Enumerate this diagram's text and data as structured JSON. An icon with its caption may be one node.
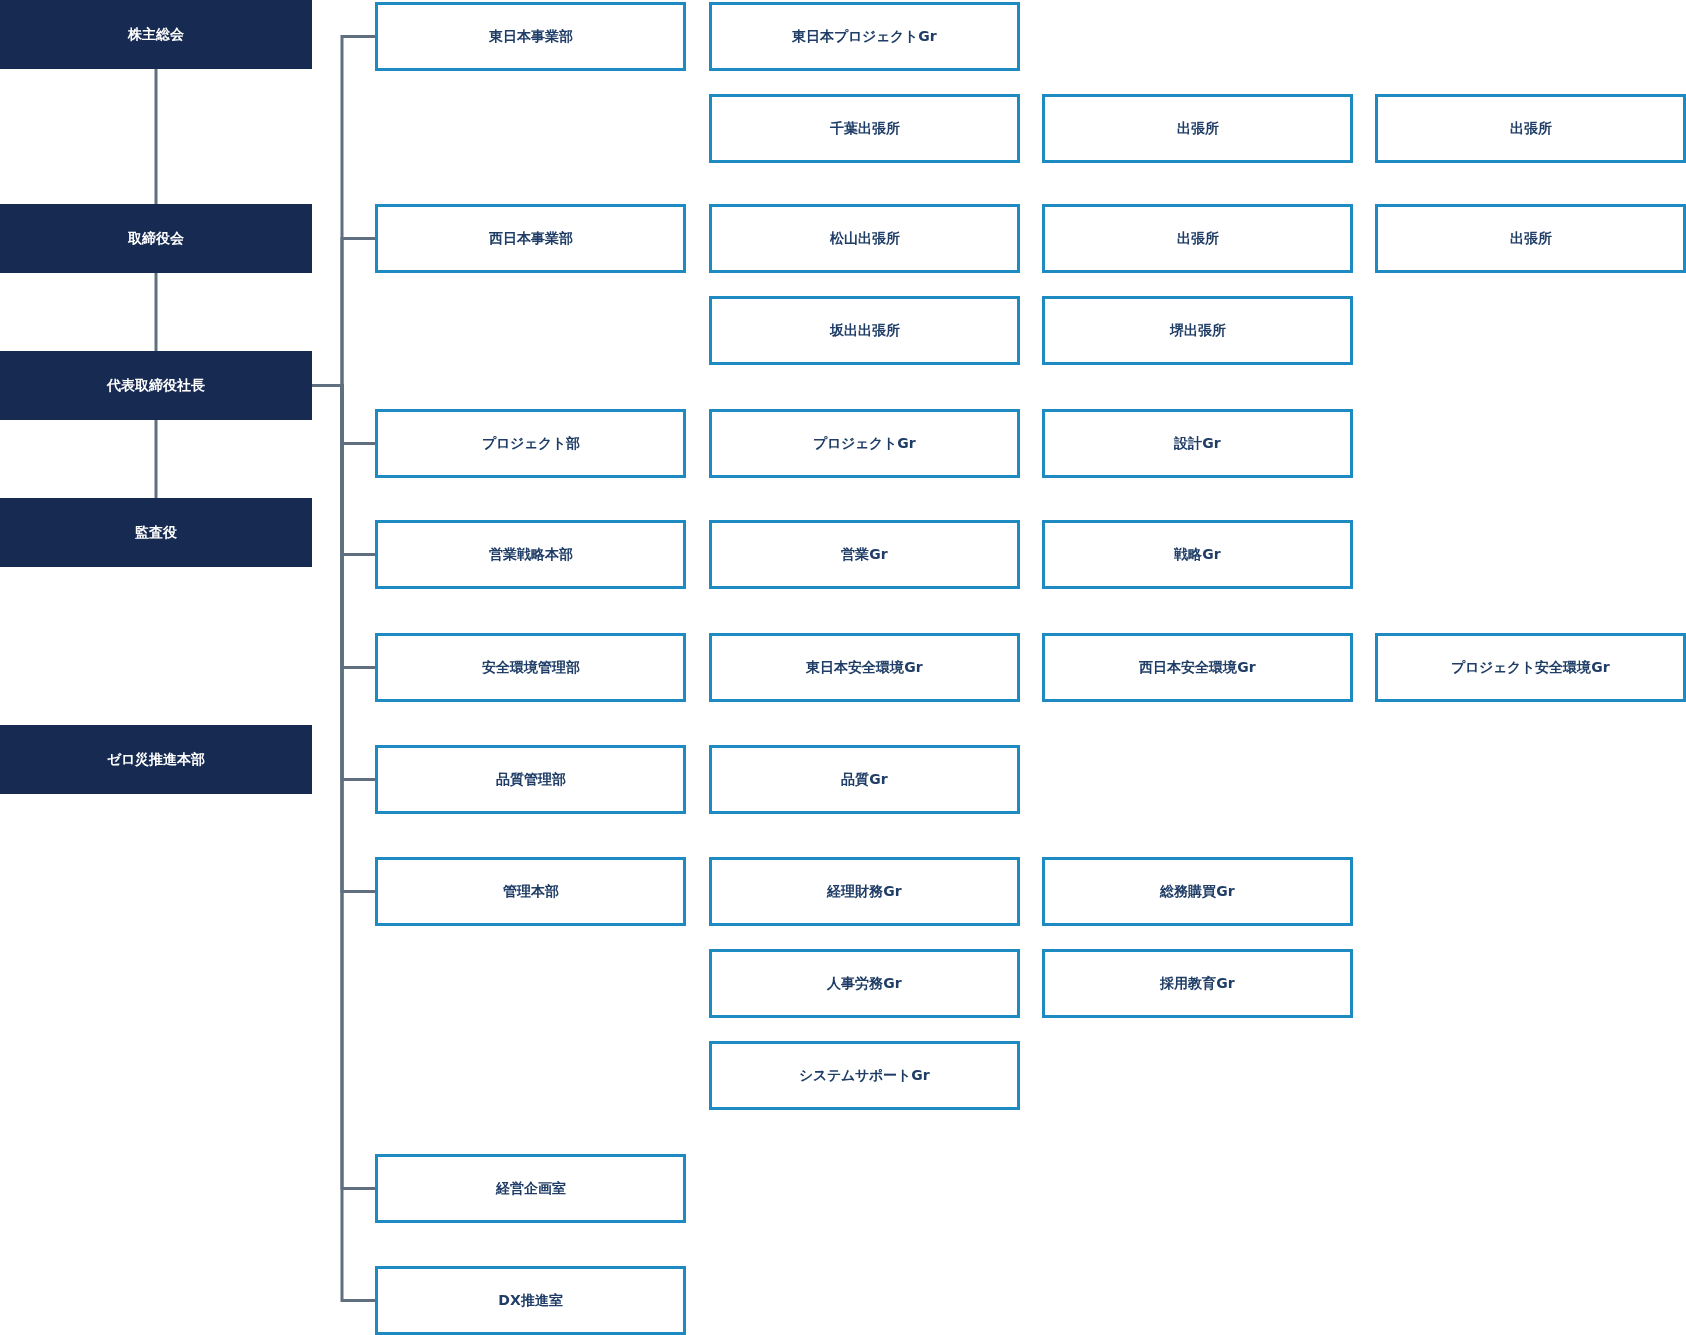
{
  "diagram": {
    "nodes": [
      {
        "text": [
          "株主総会"
        ]
      },
      {
        "text": [
          "取締役会"
        ]
      },
      {
        "text": [
          "代表取締役社長"
        ]
      },
      {
        "text": [
          "監査役"
        ]
      },
      {
        "text": [
          "ゼロ災推進本部"
        ]
      },
      {
        "text": [
          "東日本事業部"
        ]
      },
      {
        "text": [
          "東日本プロジェクトGr"
        ]
      },
      {
        "text": [
          "千葉出張所"
        ]
      },
      {
        "text": [
          "出張所"
        ]
      },
      {
        "text": [
          "出張所"
        ]
      },
      {
        "text": [
          "西日本事業部"
        ]
      },
      {
        "text": [
          "松山出張所"
        ]
      },
      {
        "text": [
          "出張所"
        ]
      },
      {
        "text": [
          "出張所"
        ]
      },
      {
        "text": [
          "坂出出張所"
        ]
      },
      {
        "text": [
          "堺出張所"
        ]
      },
      {
        "text": [
          "プロジェクト部"
        ]
      },
      {
        "text": [
          "プロジェクトGr"
        ]
      },
      {
        "text": [
          "設計Gr"
        ]
      },
      {
        "text": [
          "営業戦略本部"
        ]
      },
      {
        "text": [
          "営業Gr"
        ]
      },
      {
        "text": [
          "戦略Gr"
        ]
      },
      {
        "text": [
          "安全環境管理部"
        ]
      },
      {
        "text": [
          "東日本安全環境Gr"
        ]
      },
      {
        "text": [
          "西日本安全環境Gr"
        ]
      },
      {
        "text": [
          "プロジェクト安全環境Gr"
        ]
      },
      {
        "text": [
          "品質管理部"
        ]
      },
      {
        "text": [
          "品質Gr"
        ]
      },
      {
        "text": [
          "管理本部"
        ]
      },
      {
        "text": [
          "経理財務Gr"
        ]
      },
      {
        "text": [
          "総務購買Gr"
        ]
      },
      {
        "text": [
          "人事労務Gr"
        ]
      },
      {
        "text": [
          "採用教育Gr"
        ]
      },
      {
        "text": [
          "システムサポートGr"
        ]
      },
      {
        "text": [
          "経営企画室"
        ]
      },
      {
        "text": [
          "DX推進室"
        ]
      }
    ],
    "edges": [
      {
        "from": 0,
        "to": 1,
        "arrow": "none"
      },
      {
        "from": 1,
        "to": 2,
        "arrow": "none"
      },
      {
        "from": 2,
        "to": 3,
        "arrow": "none"
      },
      {
        "from": 2,
        "to": 5,
        "arrow": "none"
      },
      {
        "from": 2,
        "to": 10,
        "arrow": "none"
      },
      {
        "from": 2,
        "to": 16,
        "arrow": "none"
      },
      {
        "from": 2,
        "to": 19,
        "arrow": "none"
      },
      {
        "from": 2,
        "to": 22,
        "arrow": "none"
      },
      {
        "from": 2,
        "to": 26,
        "arrow": "none"
      },
      {
        "from": 2,
        "to": 28,
        "arrow": "none"
      },
      {
        "from": 2,
        "to": 34,
        "arrow": "none"
      },
      {
        "from": 2,
        "to": 35,
        "arrow": "none"
      }
    ]
  }
}
